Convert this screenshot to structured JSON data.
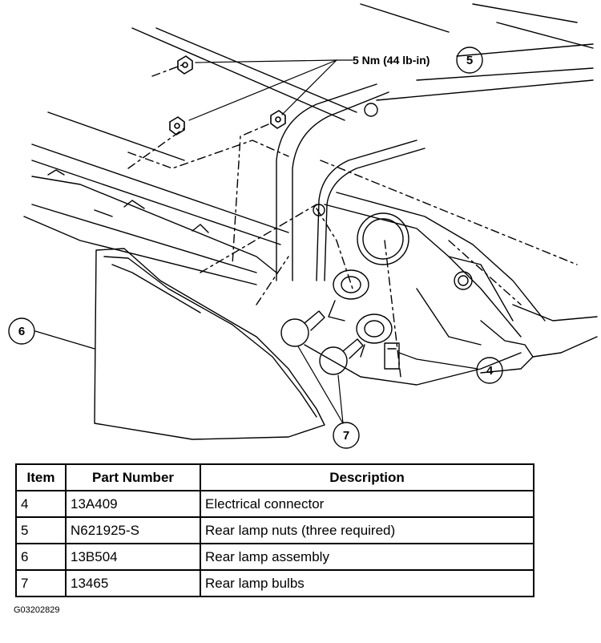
{
  "diagram": {
    "torque_spec": "5 Nm (44 lb-in)",
    "callouts": [
      "4",
      "5",
      "6",
      "7"
    ]
  },
  "table": {
    "headers": [
      "Item",
      "Part Number",
      "Description"
    ],
    "rows": [
      {
        "item": "4",
        "part_number": "13A409",
        "description": "Electrical connector"
      },
      {
        "item": "5",
        "part_number": "N621925-S",
        "description": "Rear lamp nuts (three required)"
      },
      {
        "item": "6",
        "part_number": "13B504",
        "description": "Rear lamp assembly"
      },
      {
        "item": "7",
        "part_number": "13465",
        "description": "Rear lamp bulbs"
      }
    ]
  },
  "figure_id": "G03202829"
}
